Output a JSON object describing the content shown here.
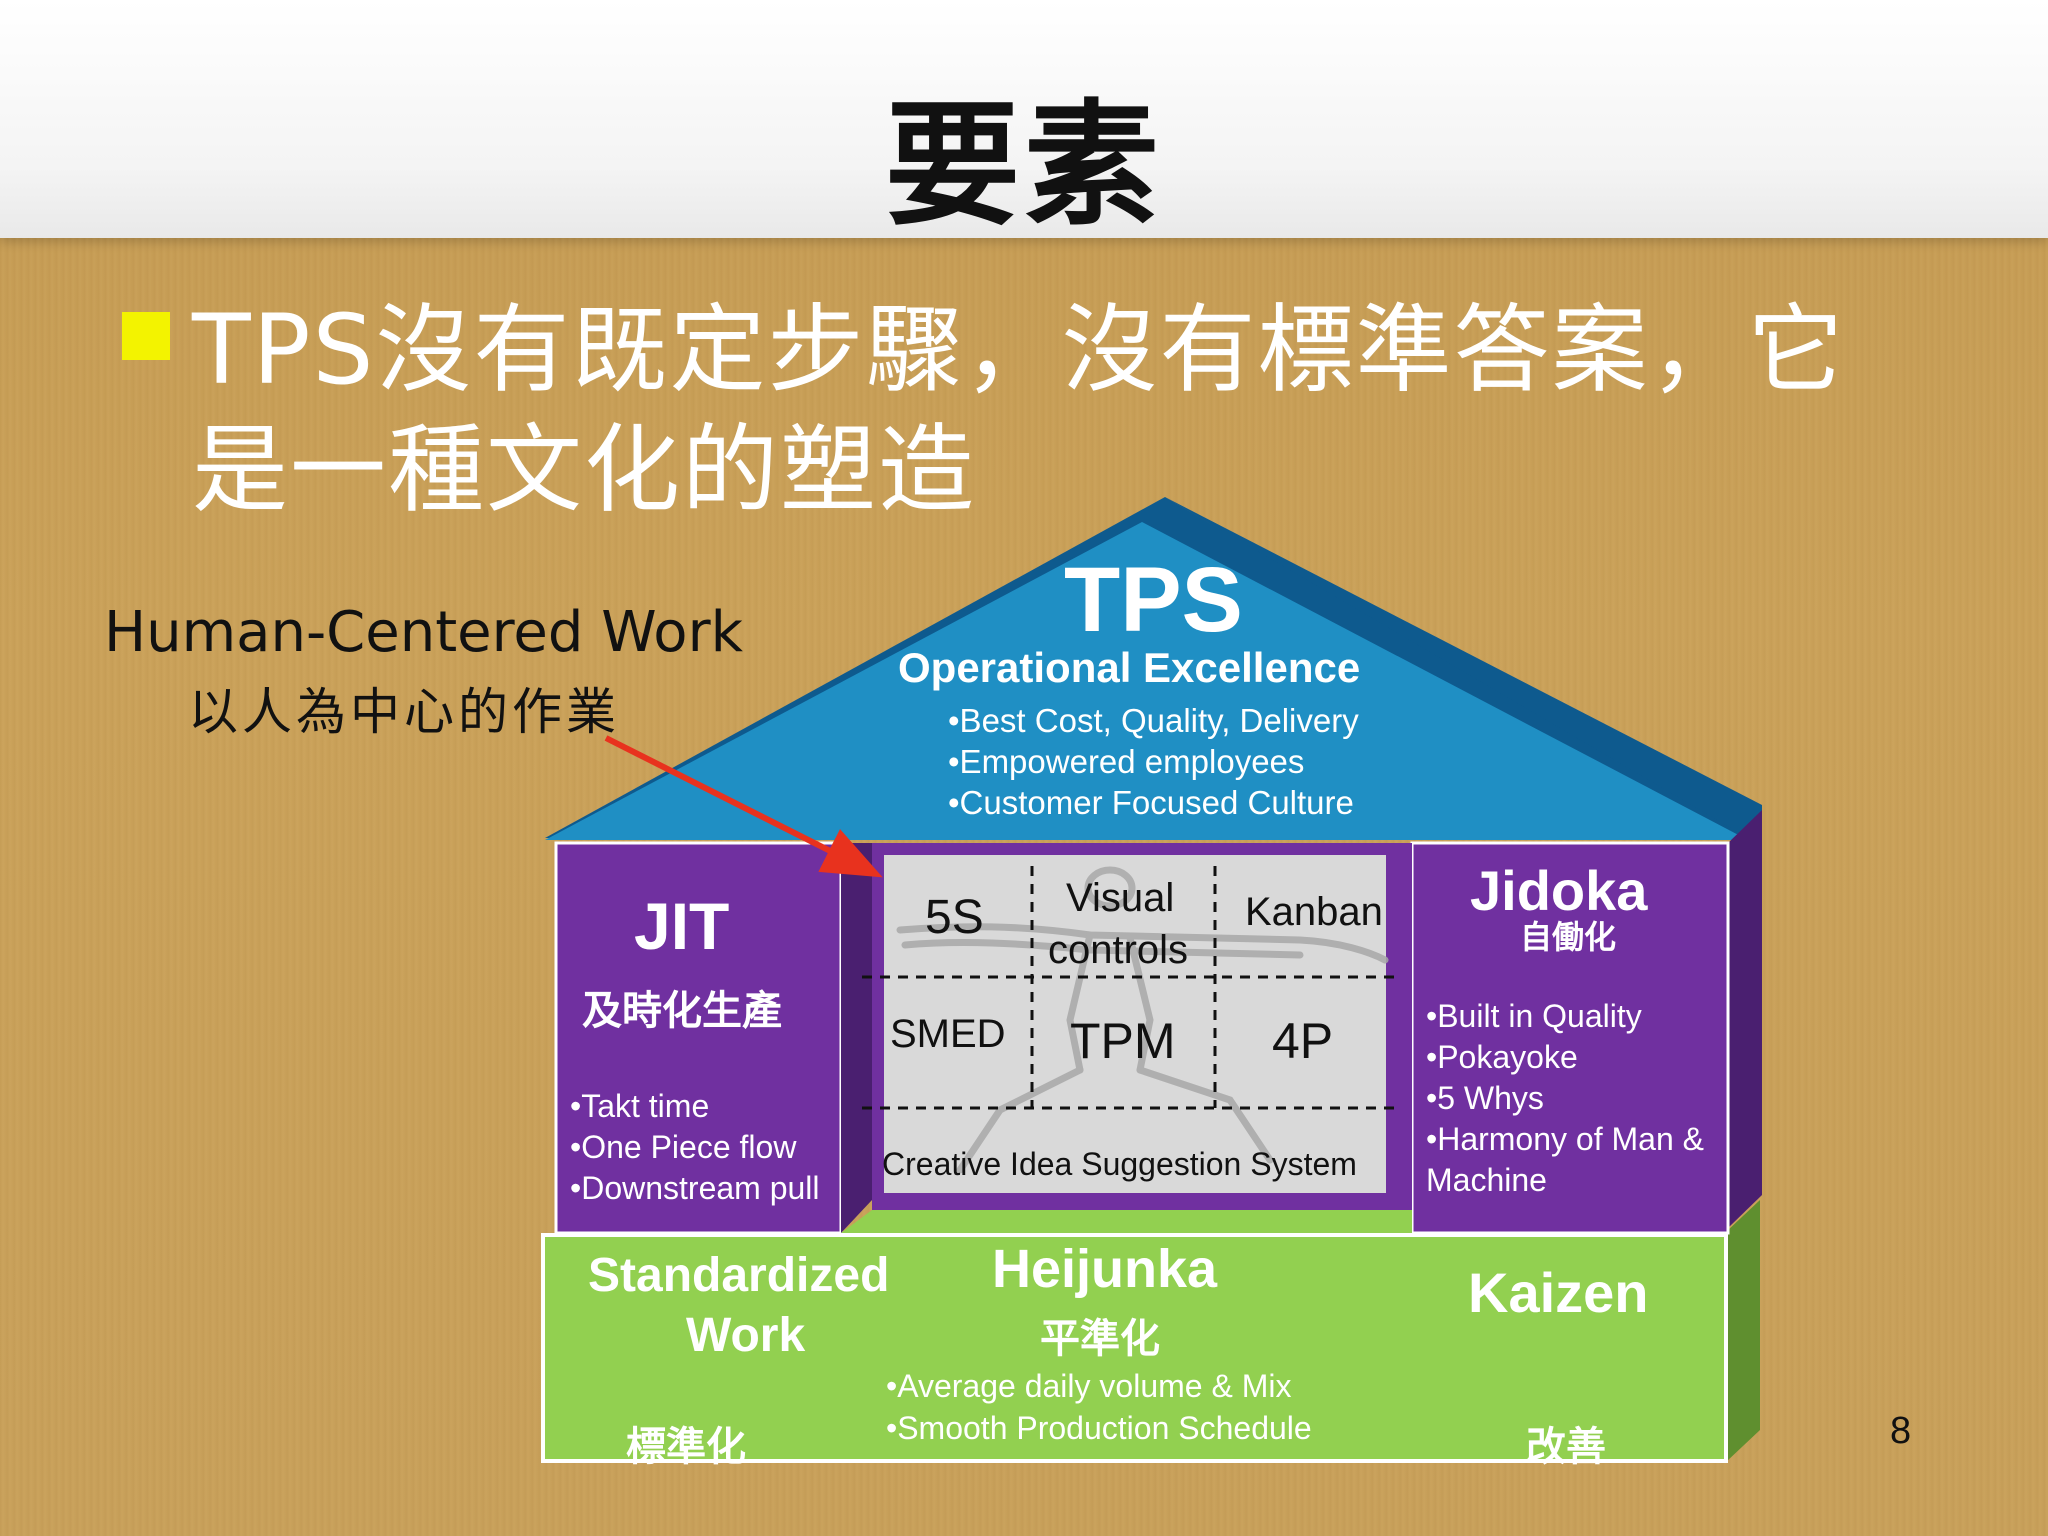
{
  "slide": {
    "title": "要素",
    "bullet_line_1": "TPS沒有既定步驟，沒有標準答案，它",
    "bullet_line_2": "是一種文化的塑造",
    "annotation_en": "Human-Centered Work",
    "annotation_zh": "以人為中心的作業",
    "page_number": "8"
  },
  "roof": {
    "title": "TPS",
    "subtitle": "Operational Excellence",
    "items": [
      "•Best Cost, Quality, Delivery",
      "•Empowered employees",
      "•Customer Focused Culture"
    ]
  },
  "jit": {
    "title": "JIT",
    "subtitle_zh": "及時化生產",
    "items": [
      "•Takt  time",
      "•One Piece flow",
      "•Downstream pull"
    ]
  },
  "jidoka": {
    "title": "Jidoka",
    "subtitle_zh": "自働化",
    "items": [
      "•Built in Quality",
      "•Pokayoke",
      "•5 Whys",
      "•Harmony of Man &",
      "Machine"
    ]
  },
  "center": {
    "cell_5s": "5S",
    "cell_visual_1": "Visual",
    "cell_visual_2": "controls",
    "cell_kanban": "Kanban",
    "cell_smed": "SMED",
    "cell_tpm": "TPM",
    "cell_4p": "4P",
    "bottom": "Creative  Idea  Suggestion  System"
  },
  "foundation": {
    "standardized_1": "Standardized",
    "standardized_2": "Work",
    "standardized_zh": "標準化",
    "heijunka": "Heijunka",
    "heijunka_zh": "平準化",
    "heijunka_items": [
      "•Average  daily volume  & Mix",
      "•Smooth   Production  Schedule"
    ],
    "kaizen": "Kaizen",
    "kaizen_zh": "改善"
  },
  "colors": {
    "roof": "#1f8fc4",
    "roof_dark": "#0e5a8e",
    "pillar": "#7030a0",
    "pillar_dark": "#4a1f70",
    "foundation": "#92d050",
    "foundation_dark": "#5f8f2f",
    "center": "#d9d9d9",
    "arrow": "#e8321e",
    "bullet": "#f3f300"
  }
}
